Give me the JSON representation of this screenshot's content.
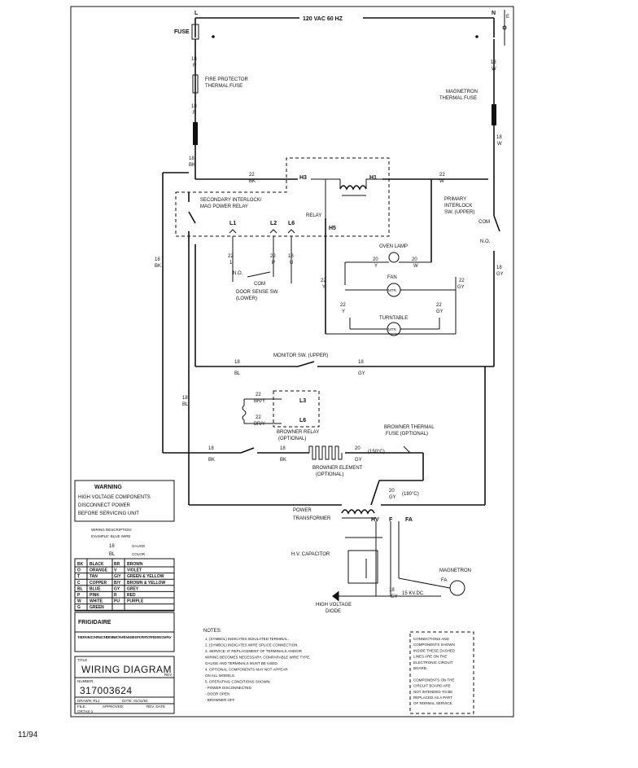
{
  "supply": {
    "l": "L",
    "n": "N",
    "voltage": "120 VAC 60 HZ",
    "e": "E"
  },
  "fuse": "FUSE",
  "fire_protector": [
    "FIRE PROTECTOR",
    "THERMAL FUSE"
  ],
  "magnetron_fuse": [
    "MAGNETRON",
    "THERMAL FUSE"
  ],
  "secondary_interlock": [
    "SECONDARY INTERLOCK/",
    "MAG POWER RELAY"
  ],
  "primary_interlock": [
    "PRIMARY",
    "INTERLOCK",
    "SW. (UPPER)"
  ],
  "relay": "RELAY",
  "terminals": {
    "l1": "L1",
    "l2": "L2",
    "l6": "L6",
    "h3": "H3",
    "h1": "H1",
    "h5": "H5",
    "l3": "L3",
    "l6b": "L6"
  },
  "com": "COM",
  "no": "N.O.",
  "door_sense": [
    "DOOR SENSE SW.",
    "(LOWER)"
  ],
  "oven_lamp": "OVEN LAMP",
  "fan": "FAN",
  "turntable": "TURNTABLE",
  "mtr": "MTR",
  "monitor_sw": "MONITOR SW. (UPPER)",
  "browner_relay": [
    "BROWNER RELAY",
    "(OPTIONAL)"
  ],
  "browner_element": [
    "BROWNER ELEMENT",
    "(OPTIONAL)"
  ],
  "browner_fuse": [
    "BROWNER THERMAL",
    "FUSE (OPTIONAL)"
  ],
  "temp1": "(150°C)",
  "temp2": "(180°C)",
  "power_transformer": [
    "POWER",
    "TRANSFORMER"
  ],
  "hv": "HV",
  "f": "F",
  "fa": "FA",
  "fa2": "FA",
  "hv_capacitor": "H.V. CAPACITOR",
  "hv_diode": [
    "HIGH VOLTAGE",
    "DIODE"
  ],
  "magnetron": "MAGNETRON",
  "kv": "15 KV.DC.",
  "wires": {
    "w18r_a": [
      "18",
      "R"
    ],
    "w18r_b": [
      "18",
      "R"
    ],
    "w18w_a": [
      "18",
      "W"
    ],
    "w18w_b": [
      "18",
      "W"
    ],
    "w18bk_a": [
      "18",
      "BK"
    ],
    "w22bk": [
      "22",
      "BK"
    ],
    "w22w": [
      "22",
      "W"
    ],
    "w22_1": [
      "22",
      "1"
    ],
    "w22p": [
      "22",
      "P"
    ],
    "w18u": [
      "18",
      "U"
    ],
    "w22y": [
      "22",
      "Y"
    ],
    "w20y": [
      "20",
      "Y"
    ],
    "w20w": [
      "20",
      "W"
    ],
    "w22gy_a": [
      "22",
      "GY"
    ],
    "w22y_b": [
      "22",
      "Y"
    ],
    "w22gy_b": [
      "22",
      "GY"
    ],
    "w18bk_b": [
      "18",
      "BK"
    ],
    "w18gy_a": [
      "18",
      "GY"
    ],
    "w18bl_a": [
      "18",
      "BL"
    ],
    "w18gy_b": [
      "18",
      "GY"
    ],
    "w22bry": [
      "22",
      "BR/Y"
    ],
    "w22bry2": [
      "22",
      "BR/Y"
    ],
    "w18bl_b": [
      "18",
      "BL"
    ],
    "w18bk_c": [
      "18",
      "BK"
    ],
    "w18bk_d": [
      "18",
      "BK"
    ],
    "w20gy_a": [
      "20",
      "GY"
    ],
    "w20gy_b": [
      "20",
      "GY"
    ],
    "w18gy_c": [
      "18",
      "GY"
    ]
  },
  "warning": {
    "title": "WARNING",
    "lines": [
      "HIGH VOLTAGE COMPONENTS",
      "DISCONNECT POWER",
      "BEFORE SERVICING UNIT"
    ]
  },
  "wire_desc": {
    "title": "WIRING DESCRIPTION:",
    "example": "EXAMPLE: BLUE WIRE",
    "gauge_num": "18",
    "gauge": "GAUGE",
    "color_code": "BL",
    "color": "COLOR"
  },
  "color_table": [
    [
      "BK",
      "BLACK",
      "BR",
      "BROWN"
    ],
    [
      "O",
      "ORANGE",
      "V",
      "VIOLET"
    ],
    [
      "T",
      "TAN",
      "G/Y",
      "GREEN & YELLOW"
    ],
    [
      "C",
      "COPPER",
      "B/Y",
      "BROWN & YELLOW"
    ],
    [
      "BL",
      "BLUE",
      "GY",
      "GREY"
    ],
    [
      "P",
      "PINK",
      "R",
      "RED"
    ],
    [
      "W",
      "WHITE",
      "PU",
      "PURPLE"
    ],
    [
      "G",
      "GREEN",
      "",
      ""
    ]
  ],
  "brand": "FRIGIDAIRE",
  "fine_print": "THIS DRAWING CONTAINS CONFIDENTIAL INFORMATION AND IS THE PROPERTY OF FRIGIDAIRE COMPANY",
  "title_block": {
    "sheet_label": "TITLE",
    "title": "WIRING DIAGRAM",
    "rev_label": "REV.",
    "number_label": "NUMBER",
    "number": "317003624",
    "drawn": "DRAWN: RLJ",
    "date": "DATE: 01/31/94",
    "file": "FILE:",
    "approved": "APPROVED:",
    "rev_date": "REV. DATE",
    "footer": "OR7AS-1"
  },
  "notes": {
    "title": "NOTES:",
    "items": [
      "1. (SYMBOL) INDICATES INSULATED TERMINAL.",
      "2. (SYMBOL) INDICATES WIRE SPLICE CONNECTION.",
      "3. SERVICE: IF REPLACEMENT OF TERMINALS AND/OR",
      "   WIRING BECOMES NECESSARY, COMPARABLE WIRE TYPE,",
      "   GAUGE AND TERMINALS MUST BE USED.",
      "4. OPTIONAL COMPONENTS MAY NOT APPEAR",
      "   ON ALL MODELS.",
      "5. OPERATING CONDITIONS SHOWN:",
      "   - POWER DISCONNECTED",
      "   - DOOR OPEN",
      "   - BROWNER OFF"
    ]
  },
  "circuit_note": {
    "lines": [
      "CONNECTIONS AND",
      "COMPONENTS SHOWN",
      "INSIDE THESE DASHED",
      "LINES ARE ON THE",
      "ELECTRONIC CIRCUIT",
      "BOARD.",
      "",
      "COMPONENTS ON THE",
      "CIRCUIT BOARD ARE",
      "NOT INTENDED TO BE",
      "REPLACED AS A PART",
      "OF NORMAL SERVICE."
    ]
  },
  "page_date": "11/94"
}
